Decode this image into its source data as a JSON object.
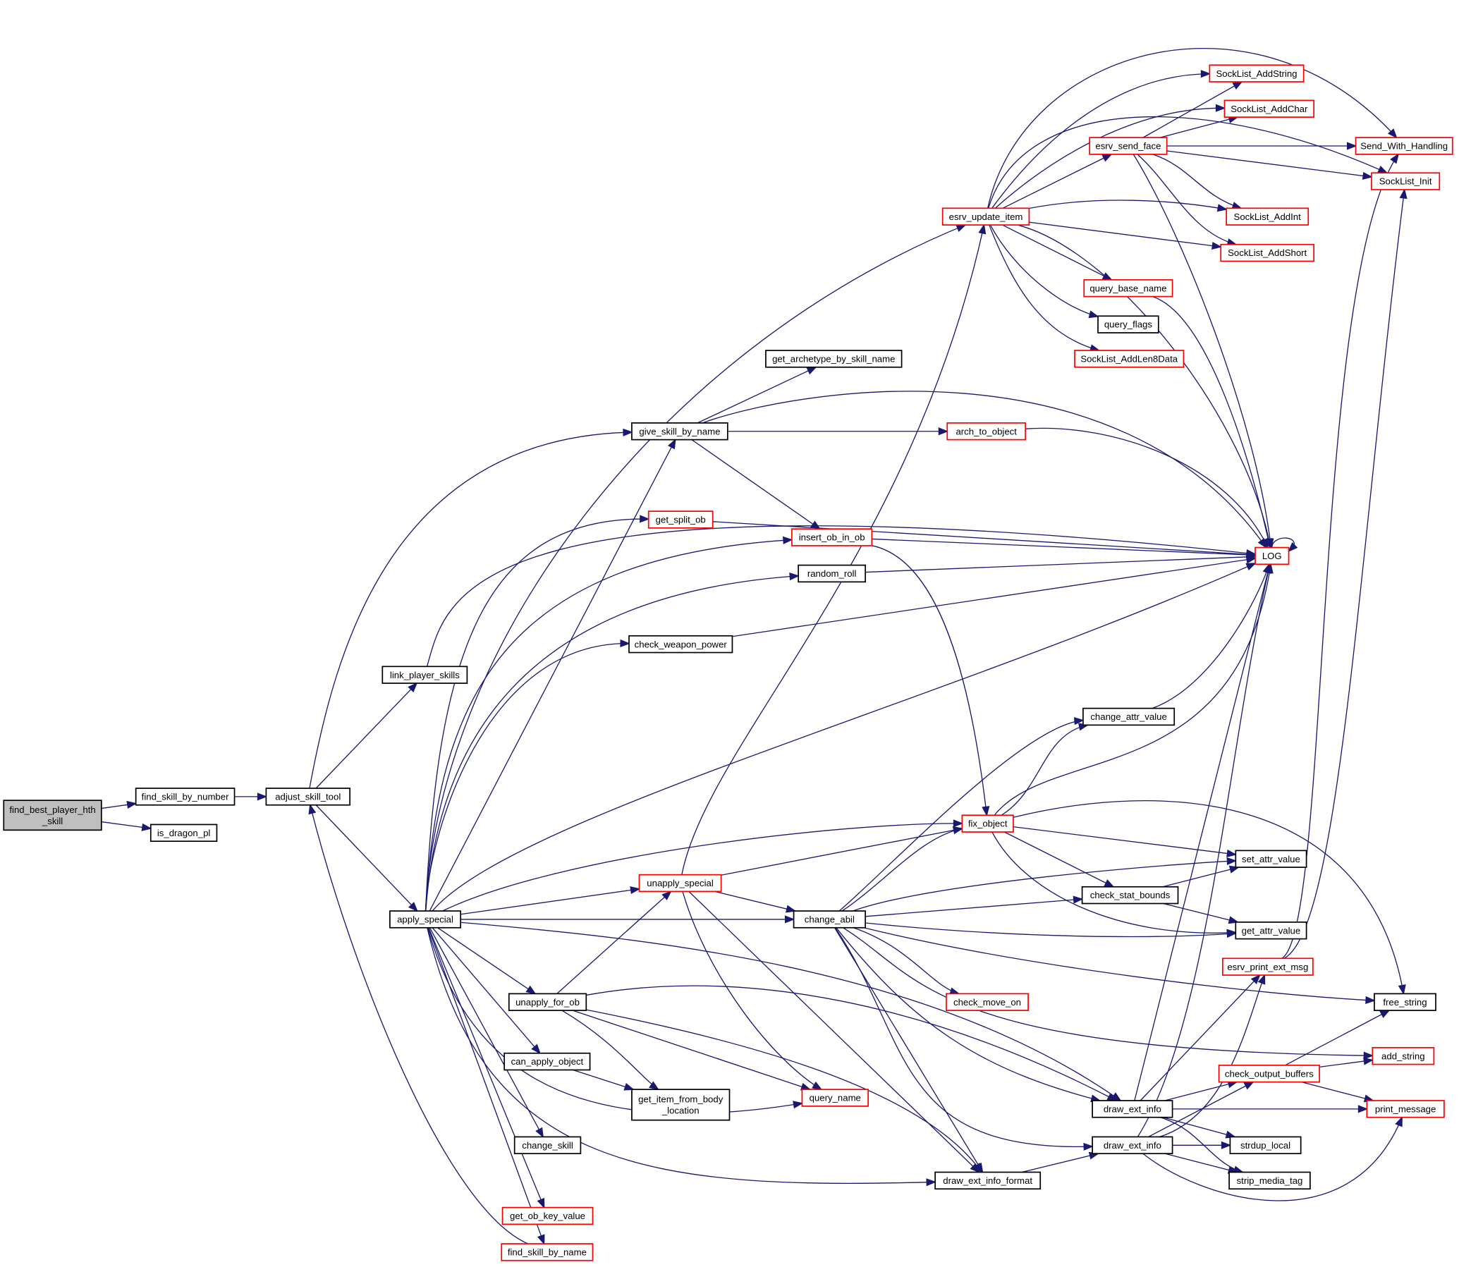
{
  "diagram": {
    "type": "call-graph",
    "colors": {
      "root_fill": "#bfbfbf",
      "node_fill": "#ffffff",
      "node_border": "#000000",
      "truncated_border": "#ff0000",
      "edge": "#191970"
    },
    "nodes": {
      "find_best_player_hth_skill": {
        "label": [
          "find_best_player_hth",
          "_skill"
        ],
        "root": true
      },
      "find_skill_by_number": {
        "label": [
          "find_skill_by_number"
        ]
      },
      "is_dragon_pl": {
        "label": [
          "is_dragon_pl"
        ]
      },
      "adjust_skill_tool": {
        "label": [
          "adjust_skill_tool"
        ]
      },
      "link_player_skills": {
        "label": [
          "link_player_skills"
        ]
      },
      "apply_special": {
        "label": [
          "apply_special"
        ]
      },
      "give_skill_by_name": {
        "label": [
          "give_skill_by_name"
        ]
      },
      "get_archetype_by_skill_name": {
        "label": [
          "get_archetype_by_skill_name"
        ]
      },
      "arch_to_object": {
        "label": [
          "arch_to_object"
        ],
        "truncated": true
      },
      "get_split_ob": {
        "label": [
          "get_split_ob"
        ],
        "truncated": true
      },
      "insert_ob_in_ob": {
        "label": [
          "insert_ob_in_ob"
        ],
        "truncated": true
      },
      "random_roll": {
        "label": [
          "random_roll"
        ]
      },
      "check_weapon_power": {
        "label": [
          "check_weapon_power"
        ]
      },
      "esrv_update_item": {
        "label": [
          "esrv_update_item"
        ],
        "truncated": true
      },
      "esrv_send_face": {
        "label": [
          "esrv_send_face"
        ],
        "truncated": true
      },
      "SockList_AddString": {
        "label": [
          "SockList_AddString"
        ],
        "truncated": true
      },
      "SockList_AddChar": {
        "label": [
          "SockList_AddChar"
        ],
        "truncated": true
      },
      "Send_With_Handling": {
        "label": [
          "Send_With_Handling"
        ],
        "truncated": true
      },
      "SockList_Init": {
        "label": [
          "SockList_Init"
        ],
        "truncated": true
      },
      "SockList_AddInt": {
        "label": [
          "SockList_AddInt"
        ],
        "truncated": true
      },
      "SockList_AddShort": {
        "label": [
          "SockList_AddShort"
        ],
        "truncated": true
      },
      "query_base_name": {
        "label": [
          "query_base_name"
        ],
        "truncated": true
      },
      "query_flags": {
        "label": [
          "query_flags"
        ]
      },
      "SockList_AddLen8Data": {
        "label": [
          "SockList_AddLen8Data"
        ],
        "truncated": true
      },
      "LOG": {
        "label": [
          "LOG"
        ],
        "truncated": true
      },
      "change_attr_value": {
        "label": [
          "change_attr_value"
        ]
      },
      "fix_object": {
        "label": [
          "fix_object"
        ],
        "truncated": true
      },
      "set_attr_value": {
        "label": [
          "set_attr_value"
        ]
      },
      "unapply_special": {
        "label": [
          "unapply_special"
        ],
        "truncated": true
      },
      "change_abil": {
        "label": [
          "change_abil"
        ]
      },
      "check_stat_bounds": {
        "label": [
          "check_stat_bounds"
        ]
      },
      "get_attr_value": {
        "label": [
          "get_attr_value"
        ]
      },
      "esrv_print_ext_msg": {
        "label": [
          "esrv_print_ext_msg"
        ],
        "truncated": true
      },
      "free_string": {
        "label": [
          "free_string"
        ]
      },
      "check_move_on": {
        "label": [
          "check_move_on"
        ],
        "truncated": true
      },
      "unapply_for_ob": {
        "label": [
          "unapply_for_ob"
        ]
      },
      "add_string": {
        "label": [
          "add_string"
        ],
        "truncated": true
      },
      "can_apply_object": {
        "label": [
          "can_apply_object"
        ]
      },
      "check_output_buffers": {
        "label": [
          "check_output_buffers"
        ],
        "truncated": true
      },
      "get_item_from_body_location": {
        "label": [
          "get_item_from_body",
          "_location"
        ]
      },
      "query_name": {
        "label": [
          "query_name"
        ],
        "truncated": true
      },
      "draw_ext_info": {
        "label": [
          "draw_ext_info"
        ]
      },
      "print_message": {
        "label": [
          "print_message"
        ],
        "truncated": true
      },
      "change_skill": {
        "label": [
          "change_skill"
        ]
      },
      "draw_ext_info_2": {
        "label": [
          "draw_ext_info"
        ]
      },
      "strdup_local": {
        "label": [
          "strdup_local"
        ]
      },
      "draw_ext_info_format": {
        "label": [
          "draw_ext_info_format"
        ]
      },
      "strip_media_tag": {
        "label": [
          "strip_media_tag"
        ]
      },
      "get_ob_key_value": {
        "label": [
          "get_ob_key_value"
        ],
        "truncated": true
      },
      "find_skill_by_name": {
        "label": [
          "find_skill_by_name"
        ],
        "truncated": true
      }
    }
  }
}
